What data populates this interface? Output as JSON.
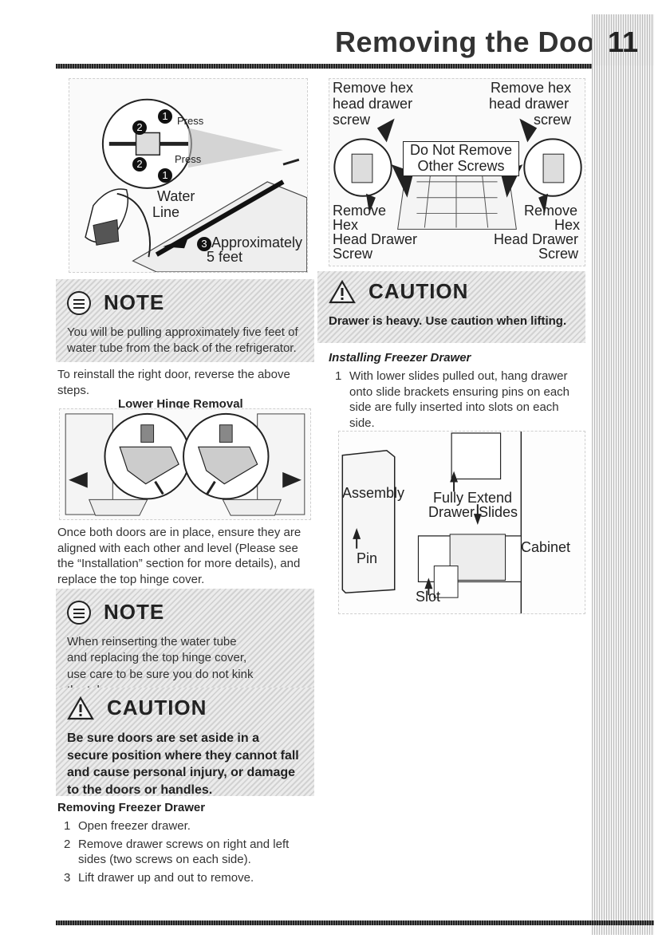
{
  "header": {
    "title": "Removing the Doors",
    "page_number": "11"
  },
  "fig_water_line": {
    "badge_1a": "1",
    "badge_2a": "2",
    "badge_2b": "2",
    "badge_1b": "1",
    "badge_3": "3",
    "press_top": "Press",
    "press_bottom": "Press",
    "water": "Water",
    "line": "Line",
    "approx": "Approximately",
    "feet": "5 feet"
  },
  "note_1": {
    "title": "NOTE",
    "text": "You will be pulling approximately five feet of water tube from the back of the refrigerator."
  },
  "para_reinstall": "To reinstall the right door, reverse the above steps.",
  "lower_hinge_title": "Lower Hinge Removal",
  "para_once": "Once both doors are in place, ensure they are aligned with each other and level (Please see the “Installation” section for more details), and replace the top hinge cover.",
  "note_2": {
    "title": "NOTE",
    "text": "When reinserting the water tube and replacing the top hinge cover, use care to be sure you do not kink the tube."
  },
  "caution_1": {
    "title": "CAUTION",
    "text": "Be sure doors are set aside in a secure position where they cannot fall and cause personal injury, or damage to the doors or handles."
  },
  "removing_freezer": {
    "title": "Removing Freezer Drawer",
    "steps": [
      {
        "num": "1",
        "text": "Open freezer drawer."
      },
      {
        "num": "2",
        "text": "Remove drawer screws on right and left sides (two screws on each side)."
      },
      {
        "num": "3",
        "text": "Lift drawer up and out to remove."
      }
    ]
  },
  "fig_drawer": {
    "tl_1": "Remove hex",
    "tl_2": "head drawer",
    "tl_3": "screw",
    "tr_1": "Remove hex",
    "tr_2": "head drawer",
    "tr_3": "screw",
    "center_1": "Do Not Remove",
    "center_2": "Other Screws",
    "bl_1": "Remove",
    "bl_2": "Hex",
    "bl_3": "Head Drawer",
    "bl_4": "Screw",
    "br_1": "Remove",
    "br_2": "Hex",
    "br_3": "Head Drawer",
    "br_4": "Screw"
  },
  "caution_2": {
    "title": "CAUTION",
    "text": "Drawer is heavy. Use caution when lifting."
  },
  "installing_freezer": {
    "title": "Installing Freezer Drawer",
    "steps": [
      {
        "num": "1",
        "text": "With lower slides pulled out, hang drawer onto slide brackets ensuring pins on each side are fully inserted into slots on each side."
      }
    ]
  },
  "fig_slides": {
    "assembly": "Assembly",
    "fully_extend": "Fully Extend",
    "drawer_slides": "Drawer Slides",
    "cabinet": "Cabinet",
    "pin": "Pin",
    "slot": "Slot"
  }
}
